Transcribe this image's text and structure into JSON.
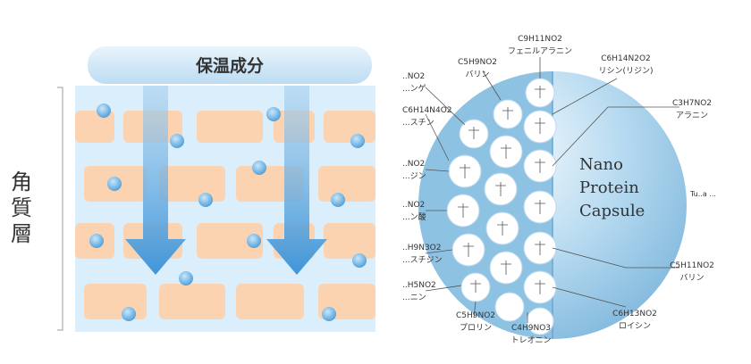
{
  "left_panel": {
    "banner_label": "保温成分",
    "side_label": [
      "角",
      "質",
      "層"
    ]
  },
  "capsule": {
    "title_lines": [
      "Nano",
      "Protein",
      "Capsule"
    ],
    "side_note": "Tu..a ..."
  },
  "amino_labels": [
    {
      "formula": "C9H11NO2",
      "name": "フェニルアラニン"
    },
    {
      "formula": "C6H14N2O2",
      "name": "リシン(リジン)"
    },
    {
      "formula": "C3H7NO2",
      "name": "アラニン"
    },
    {
      "formula": "C5H11NO2",
      "name": "バリン"
    },
    {
      "formula": "C5H9NO2",
      "name": "プロリン"
    },
    {
      "formula": "C4H9NO3",
      "name": "トレオニン"
    },
    {
      "formula": "C6H13NO2",
      "name": "ロイシン"
    },
    {
      "formula": "C5H9NO2",
      "name": "バリン"
    },
    {
      "formula": "..NO2",
      "name": "...ンゲ"
    },
    {
      "formula": "C6H14N4O2",
      "name": "...スチン"
    },
    {
      "formula": "..NO2",
      "name": "...ジン"
    },
    {
      "formula": "..NO2",
      "name": "...ン酸"
    },
    {
      "formula": "..H9N3O2",
      "name": "...スチジン"
    },
    {
      "formula": "..H5NO2",
      "name": "...ニン"
    }
  ],
  "colors": {
    "layer_bg": "#d8ecfa",
    "cell": "#fbd4b3",
    "dot": "#6fb4e2",
    "arrow": "#5aa3dc",
    "banner": "#cfe6f8",
    "sphere": "#8fc3e3"
  }
}
